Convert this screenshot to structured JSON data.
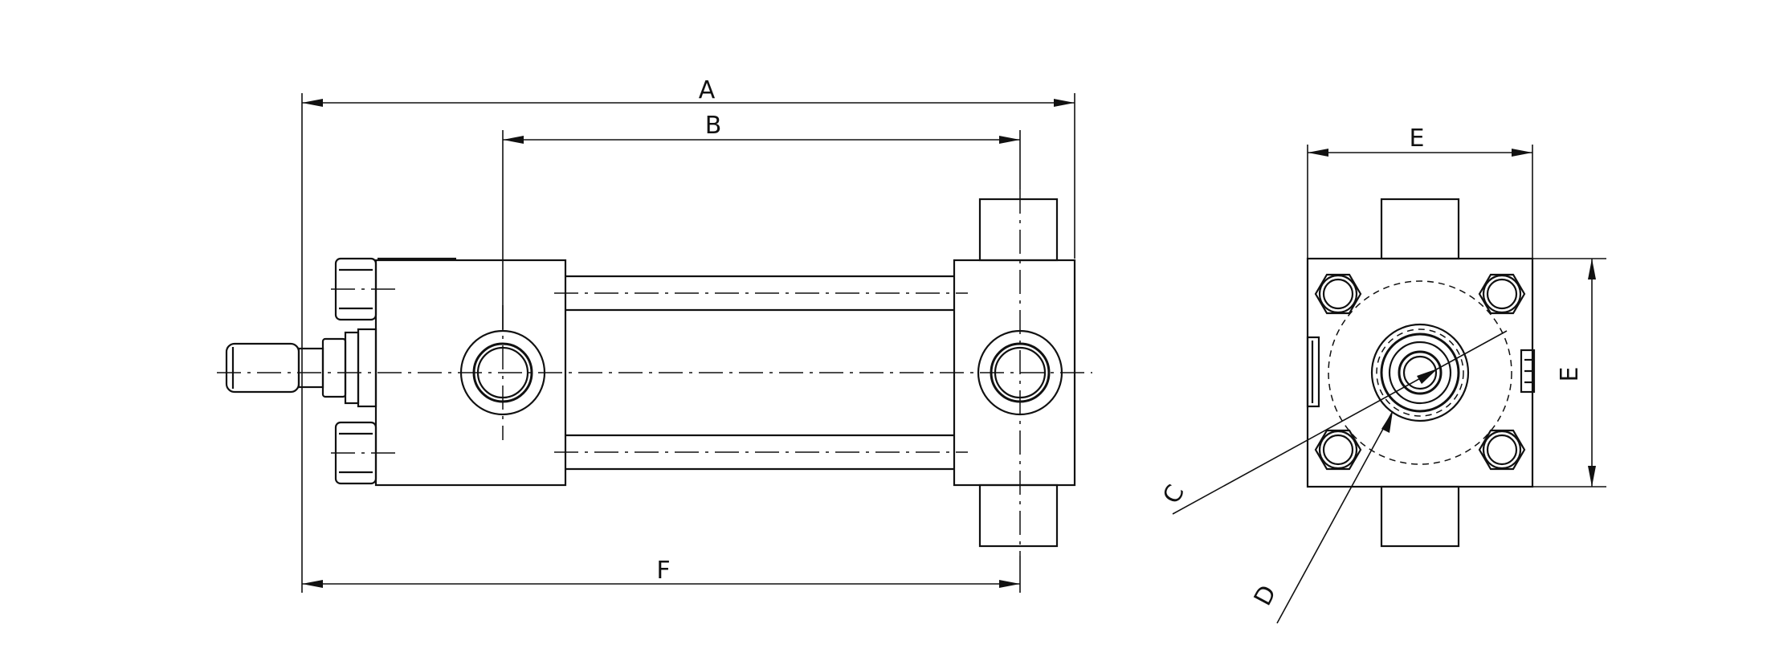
{
  "labels": {
    "A": "A",
    "B": "B",
    "C": "C",
    "D": "D",
    "E_top": "E",
    "E_side": "E",
    "F": "F"
  }
}
